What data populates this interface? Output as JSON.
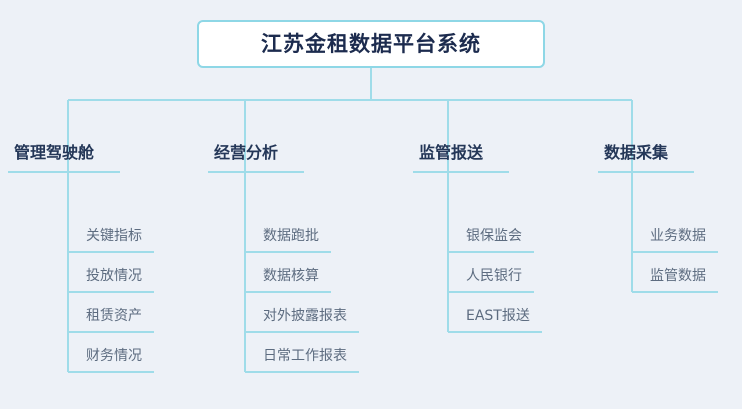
{
  "title": "江苏金租数据平台系统",
  "colors": {
    "background": "#edf1f7",
    "connector_line": "#9fdce9",
    "root_border": "#8ed7e6",
    "root_text": "#1c2b4e",
    "branch_text": "#243758",
    "child_text": "#5d6c80"
  },
  "branches": [
    {
      "label": "管理驾驶舱",
      "children": [
        "关键指标",
        "投放情况",
        "租赁资产",
        "财务情况"
      ]
    },
    {
      "label": "经营分析",
      "children": [
        "数据跑批",
        "数据核算",
        "对外披露报表",
        "日常工作报表"
      ]
    },
    {
      "label": "监管报送",
      "children": [
        "银保监会",
        "人民银行",
        "EAST报送"
      ]
    },
    {
      "label": "数据采集",
      "children": [
        "业务数据",
        "监管数据"
      ]
    }
  ]
}
